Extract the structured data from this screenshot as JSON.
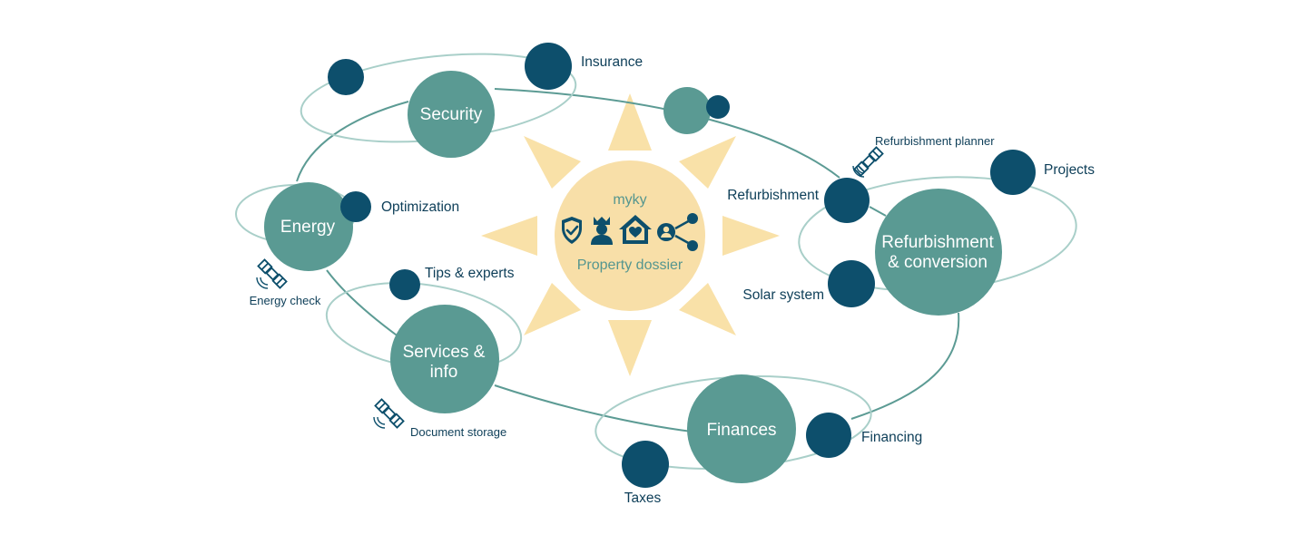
{
  "sun": {
    "brand": "myky",
    "subtitle": "Property dossier",
    "icons": [
      "shield-check-icon",
      "user-crown-icon",
      "house-heart-icon",
      "user-share-icon"
    ]
  },
  "planets": {
    "security": "Security",
    "energy": "Energy",
    "services": [
      "Services &",
      "info"
    ],
    "finances": "Finances",
    "refurbishment": [
      "Refurbishment",
      "& conversion"
    ]
  },
  "moons": {
    "insurance": "Insurance",
    "optimization": "Optimization",
    "tips": "Tips & experts",
    "refurbishment": "Refurbishment",
    "projects": "Projects",
    "solar": "Solar system",
    "financing": "Financing",
    "taxes": "Taxes"
  },
  "satellites": {
    "refurbishment_planner": "Refurbishment planner",
    "energy_check": "Energy check",
    "document_storage": "Document storage"
  },
  "colors": {
    "planet": "#5a9a93",
    "moon": "#0d4f6c",
    "orbit": "#a9cfc9",
    "sun": "#f8dfa8",
    "sun_ray": "#f9e1a8",
    "text_dark": "#0d3e58",
    "sun_text": "#55968f"
  }
}
